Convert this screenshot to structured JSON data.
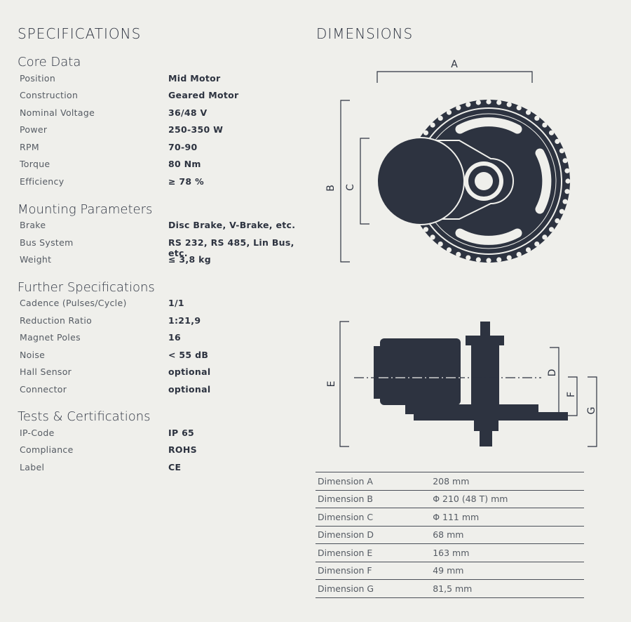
{
  "titles": {
    "specifications": "SPECIFICATIONS",
    "dimensions": "DIMENSIONS"
  },
  "groups": [
    {
      "title": "Core Data",
      "rows": [
        {
          "label": "Position",
          "value": "Mid Motor"
        },
        {
          "label": "Construction",
          "value": "Geared Motor"
        },
        {
          "label": "Nominal Voltage",
          "value": "36/48 V"
        },
        {
          "label": "Power",
          "value": "250-350 W"
        },
        {
          "label": "RPM",
          "value": "70-90"
        },
        {
          "label": "Torque",
          "value": "80 Nm"
        },
        {
          "label": "Efficiency",
          "value": "≥ 78 %"
        }
      ]
    },
    {
      "title": "Mounting Parameters",
      "rows": [
        {
          "label": "Brake",
          "value": "Disc Brake, V-Brake, etc."
        },
        {
          "label": "Bus System",
          "value": "RS 232, RS 485, Lin Bus, etc."
        },
        {
          "label": "Weight",
          "value": "≤ 3,8 kg"
        }
      ]
    },
    {
      "title": "Further Specifications",
      "rows": [
        {
          "label": "Cadence (Pulses/Cycle)",
          "value": "1/1"
        },
        {
          "label": "Reduction Ratio",
          "value": "1:21,9"
        },
        {
          "label": "Magnet Poles",
          "value": "16"
        },
        {
          "label": "Noise",
          "value": "< 55 dB"
        },
        {
          "label": "Hall Sensor",
          "value": "optional"
        },
        {
          "label": "Connector",
          "value": "optional"
        }
      ]
    },
    {
      "title": "Tests & Certifications",
      "rows": [
        {
          "label": "IP-Code",
          "value": "IP 65"
        },
        {
          "label": "Compliance",
          "value": "ROHS"
        },
        {
          "label": "Label",
          "value": "CE"
        }
      ]
    }
  ],
  "drawing_labels": {
    "a": "A",
    "b": "B",
    "c": "C",
    "d": "D",
    "e": "E",
    "f": "F",
    "g": "G"
  },
  "dimensions": [
    {
      "label": "Dimension A",
      "value": "208 mm"
    },
    {
      "label": "Dimension B",
      "value": "Φ 210 (48 T) mm"
    },
    {
      "label": "Dimension C",
      "value": "Φ 111 mm"
    },
    {
      "label": "Dimension D",
      "value": "68 mm"
    },
    {
      "label": "Dimension E",
      "value": "163 mm"
    },
    {
      "label": "Dimension F",
      "value": "49 mm"
    },
    {
      "label": "Dimension G",
      "value": "81,5 mm"
    }
  ],
  "colors": {
    "background": "#efefeb",
    "ink": "#2d3340",
    "muted": "#555b63"
  }
}
